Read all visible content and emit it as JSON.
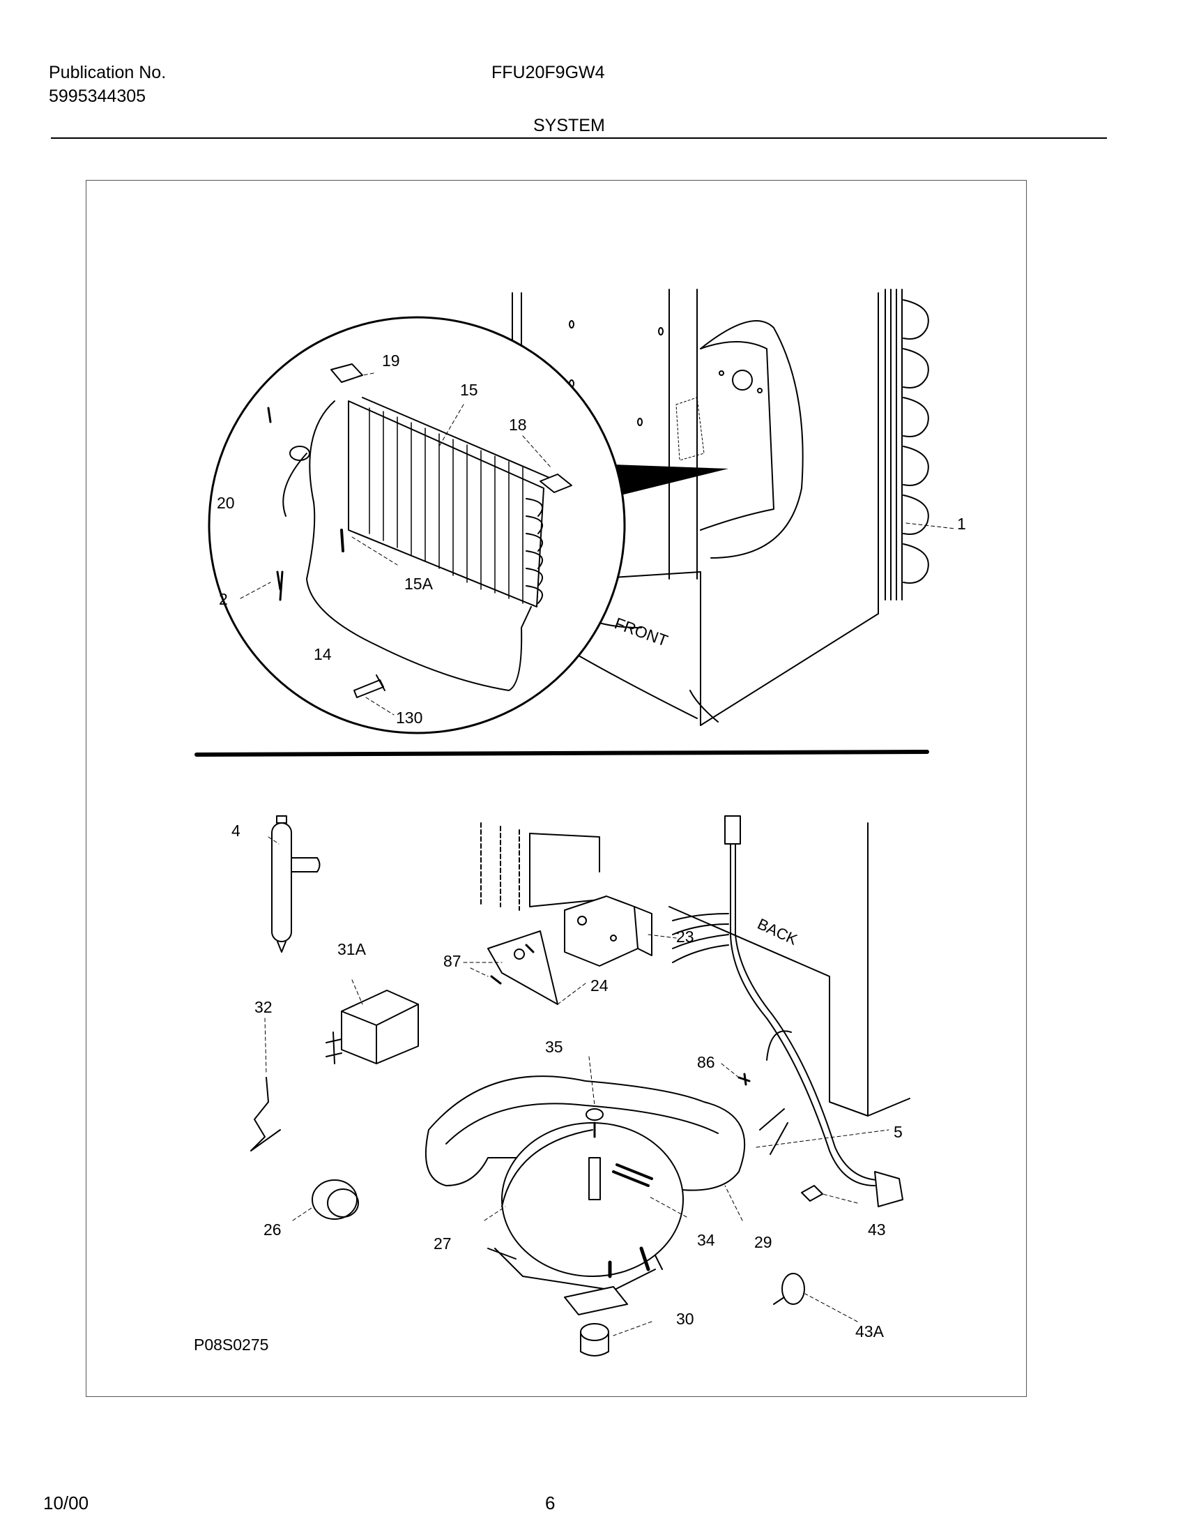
{
  "header": {
    "publication_label": "Publication No.",
    "publication_number": "5995344305",
    "model": "FFU20F9GW4",
    "section": "SYSTEM"
  },
  "diagram": {
    "drawing_code": "P08S0275",
    "orientation": {
      "front": "FRONT",
      "back": "BACK"
    },
    "callouts": [
      {
        "id": "1"
      },
      {
        "id": "2"
      },
      {
        "id": "4"
      },
      {
        "id": "5"
      },
      {
        "id": "14"
      },
      {
        "id": "15"
      },
      {
        "id": "15A"
      },
      {
        "id": "18"
      },
      {
        "id": "19"
      },
      {
        "id": "20"
      },
      {
        "id": "23"
      },
      {
        "id": "24"
      },
      {
        "id": "26"
      },
      {
        "id": "27"
      },
      {
        "id": "29"
      },
      {
        "id": "30"
      },
      {
        "id": "31A"
      },
      {
        "id": "32"
      },
      {
        "id": "34"
      },
      {
        "id": "35"
      },
      {
        "id": "43"
      },
      {
        "id": "43A"
      },
      {
        "id": "86"
      },
      {
        "id": "87"
      },
      {
        "id": "130"
      }
    ]
  },
  "footer": {
    "date": "10/00",
    "page": "6"
  }
}
